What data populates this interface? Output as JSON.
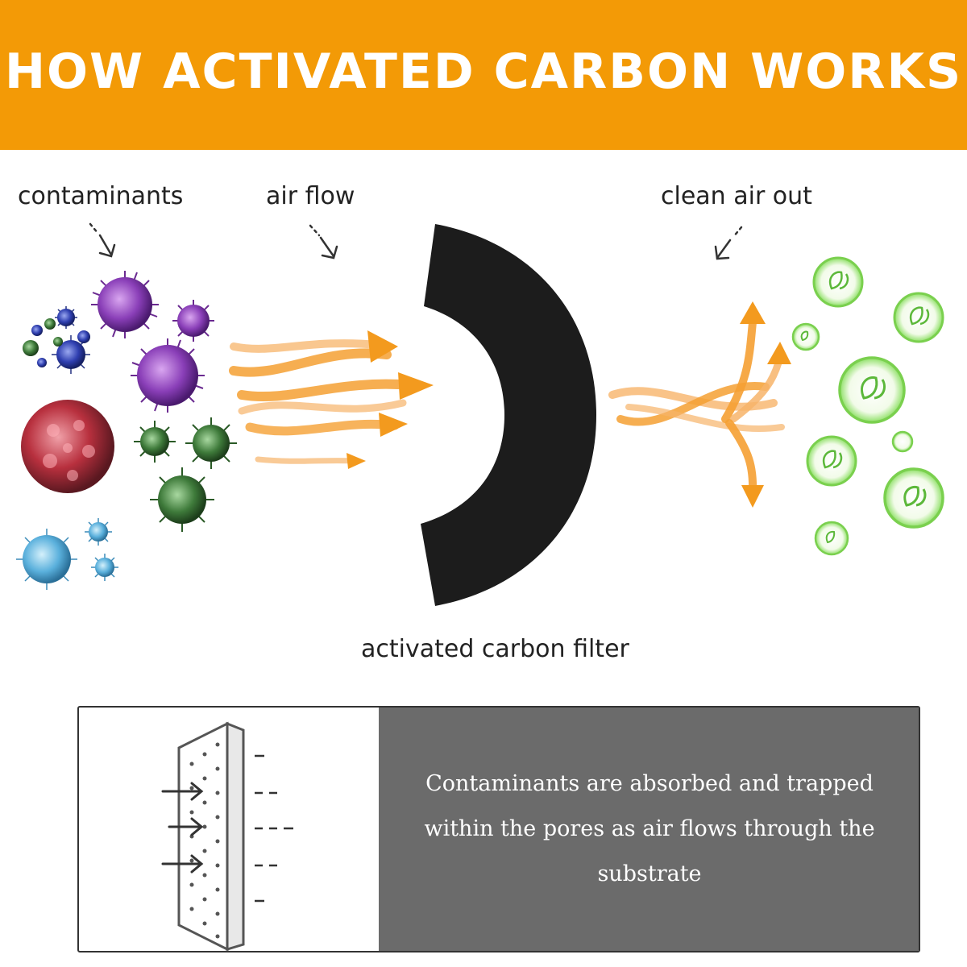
{
  "title": "HOW ACTIVATED CARBON WORKS",
  "labels": {
    "contaminants": "contaminants",
    "air_flow": "air flow",
    "clean_air_out": "clean air out",
    "filter": "activated carbon filter"
  },
  "info_text": "Contaminants are absorbed and trapped within the pores as air flows through the substrate",
  "colors": {
    "banner": "#f39a06",
    "airflow_arrows": "#f5a033",
    "filter": "#1c1c1c",
    "clean_air": "#6fd14a",
    "info_panel": "#6b6b6b"
  },
  "icons": [
    "contaminant-virus-icon",
    "airflow-arrow-icon",
    "carbon-filter-icon",
    "clean-air-leaf-icon",
    "filter-pores-diagram-icon"
  ]
}
